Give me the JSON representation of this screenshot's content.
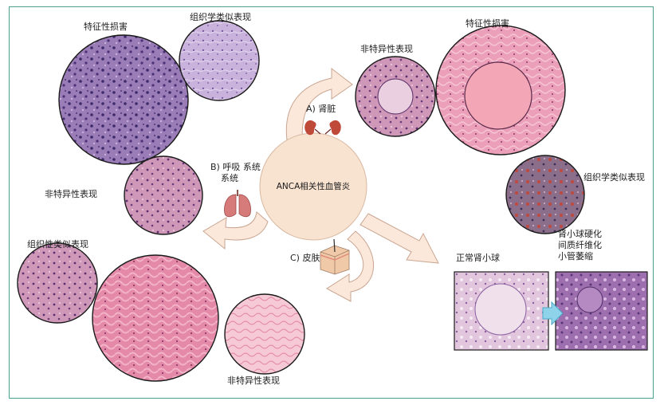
{
  "center_label": "ANCA相关性血管炎",
  "organs": {
    "kidney": "A) 肾脏",
    "lung_line1": "B) 呼吸 系统",
    "lung_line2": "系统",
    "skin": "C) 皮肤"
  },
  "lung_panel": {
    "characteristic": "特征性损害",
    "histology_like": "组织学类似表现",
    "nonspecific": "非特异性表现"
  },
  "kidney_panel": {
    "nonspecific": "非特异性表现",
    "characteristic": "特征性损害",
    "histology_like": "组织学类似表现",
    "normal_glomerulus": "正常肾小球",
    "sclerosis_line1": "肾小球硬化",
    "sclerosis_line2": "间质纤维化",
    "sclerosis_line3": "小管萎缩"
  },
  "skin_panel": {
    "histology_like": "组织性类似表现",
    "nonspecific": "非特异性表现"
  },
  "colors": {
    "frame": "#4f9f8f",
    "center_fill": "#f8e2d0",
    "arrow_fill": "#fbe8da",
    "arrow_stroke": "#c9a591",
    "transition_arrow": "#8fd3ea"
  }
}
